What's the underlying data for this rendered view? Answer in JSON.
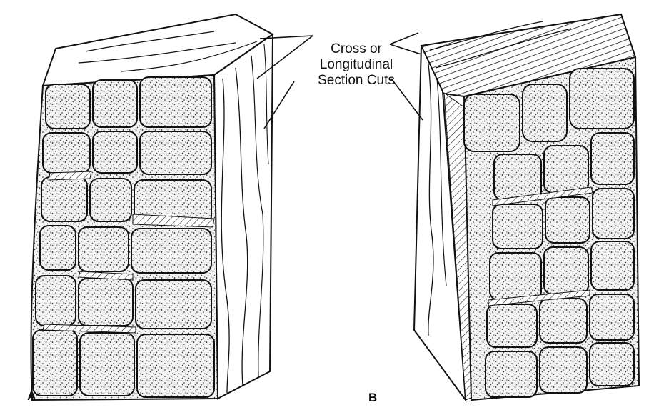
{
  "callout": {
    "line1": "Cross or",
    "line2": "Longitudinal",
    "line3": "Section Cuts"
  },
  "figures": {
    "a_label": "A",
    "b_label": "B"
  }
}
